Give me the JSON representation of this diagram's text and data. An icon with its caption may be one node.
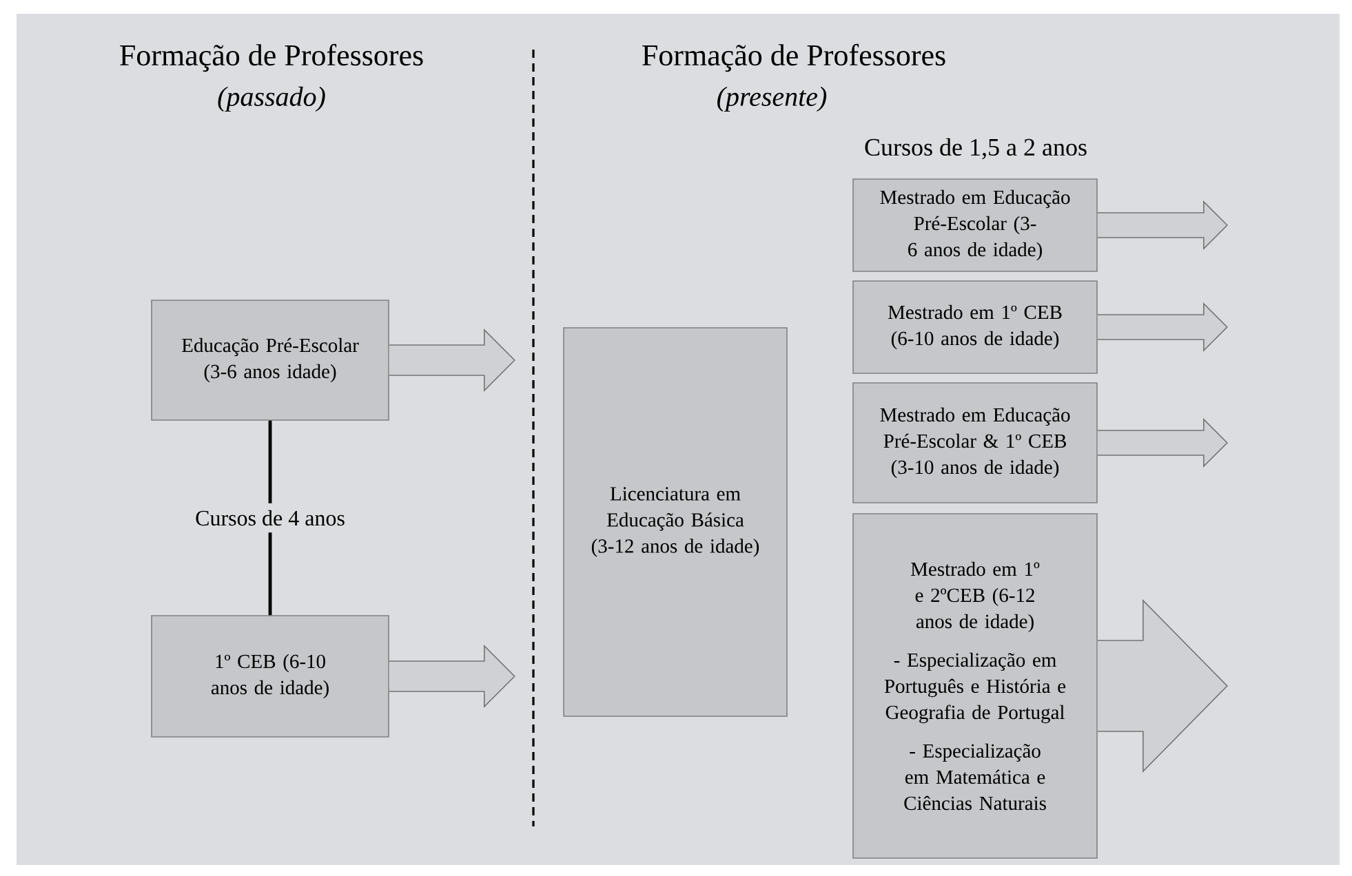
{
  "diagram": {
    "nodes": [
      {
        "text": [
          "Educação Pré-Escolar (3-6 anos idade)"
        ]
      },
      {
        "text": [
          "1º CEB (6-10 anos de idade)"
        ]
      },
      {
        "text": [
          "Licenciatura em Educação Básica (3-12 anos de idade)"
        ]
      },
      {
        "text": [
          "Mestrado em Educação Pré-Escolar (3-6 anos de idade)"
        ]
      },
      {
        "text": [
          "Mestrado em 1º CEB (6-10 anos de idade)"
        ]
      },
      {
        "text": [
          "Mestrado em Educação Pré-Escolar & 1º CEB (3-10 anos de idade)"
        ]
      },
      {
        "text": [
          "Mestrado em 1º e 2ºCEB (6-12 anos de idade)",
          "- Especialização em Português e História e Geografia de Portugal",
          "- Especialização em Matemática e Ciências Naturais"
        ]
      }
    ],
    "edges": [
      {
        "from": 0,
        "to": 1,
        "arrow": "none",
        "label": "Cursos de 4 anos"
      },
      {
        "from": 0,
        "to": null,
        "arrow": "to"
      },
      {
        "from": 1,
        "to": null,
        "arrow": "to"
      },
      {
        "from": 3,
        "to": null,
        "arrow": "to"
      },
      {
        "from": 4,
        "to": null,
        "arrow": "to"
      },
      {
        "from": 5,
        "to": null,
        "arrow": "to"
      },
      {
        "from": 6,
        "to": null,
        "arrow": "to"
      }
    ],
    "labels": [
      "Formação de Professores",
      "(passado)",
      "Formação de Professores",
      "(presente)",
      "Cursos de 1,5 a 2 anos"
    ]
  }
}
